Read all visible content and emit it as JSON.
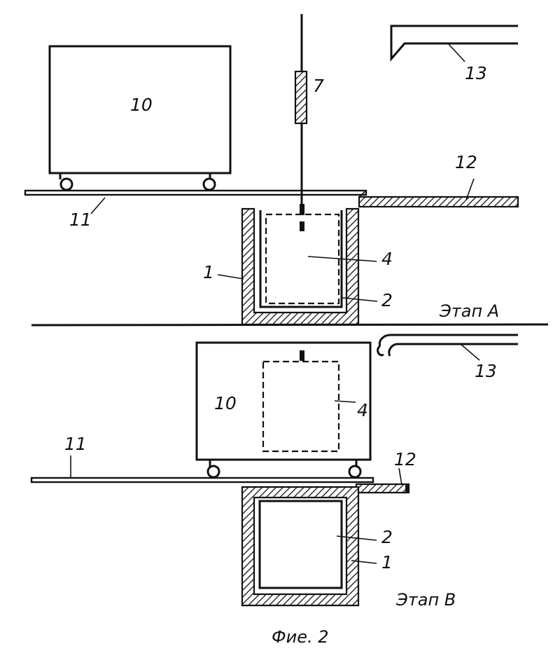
{
  "figure": {
    "caption": "Фие. 2",
    "stage_a": {
      "title": "Этап А",
      "labels": {
        "car": "10",
        "hoist": "7",
        "flap": "13",
        "rail": "11",
        "plate": "12",
        "outer_vessel": "1",
        "content": "4",
        "inner_vessel": "2"
      }
    },
    "stage_b": {
      "title": "Этап В",
      "labels": {
        "car": "10",
        "content": "4",
        "flap": "13",
        "rail": "11",
        "plate": "12",
        "inner_vessel": "2",
        "outer_vessel": "1"
      }
    }
  }
}
